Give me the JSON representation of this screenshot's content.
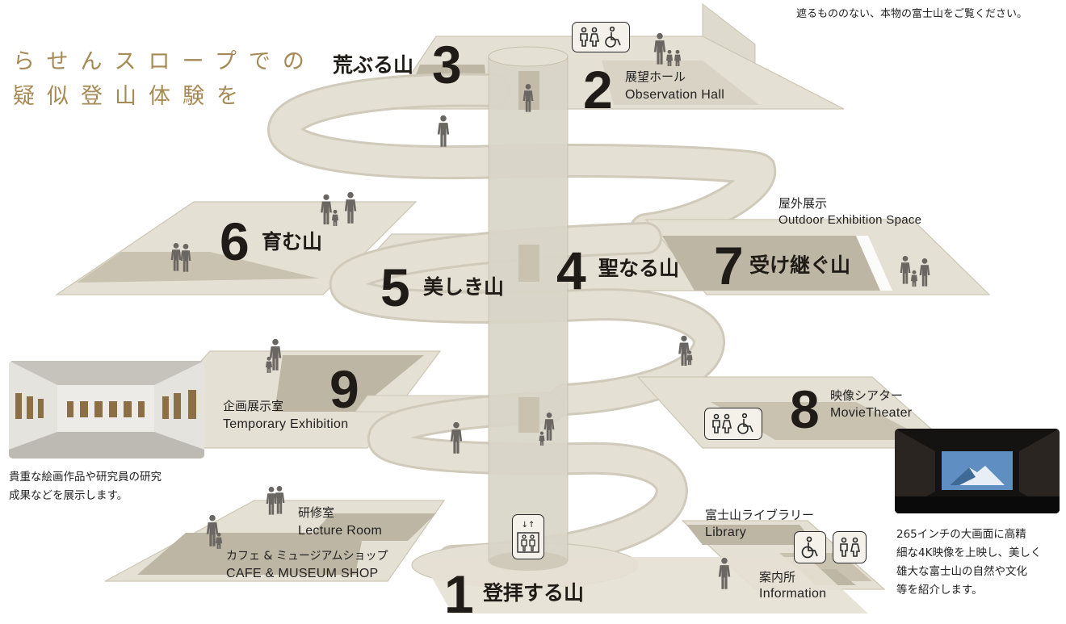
{
  "header": {
    "tagline_line1": "らせんスロープでの",
    "tagline_line2": "疑似登山体験を",
    "top_note": "遮るもののない、本物の富士山をご覧ください。"
  },
  "colors": {
    "platform": "#e4e0d3",
    "platform_dark": "#bdb6a4",
    "platform_edge": "#d2ccbb",
    "shaft": "#dcd8cb",
    "ramp": "#e2ddd0",
    "tagline": "#a68a55",
    "text": "#1f1b17"
  },
  "floors": [
    {
      "id": "f1",
      "number": "1",
      "name": "登拝する山"
    },
    {
      "id": "f3",
      "number": "3",
      "name": "荒ぶる山"
    },
    {
      "id": "f4",
      "number": "4",
      "name": "聖なる山"
    },
    {
      "id": "f5",
      "number": "5",
      "name": "美しき山"
    },
    {
      "id": "f6",
      "number": "6",
      "name": "育む山"
    },
    {
      "id": "f7",
      "number": "7",
      "name": "受け継ぐ山"
    }
  ],
  "rooms": {
    "observation": {
      "number": "2",
      "jp": "展望ホール",
      "en": "Observation Hall"
    },
    "outdoor": {
      "jp": "屋外展示",
      "en": "Outdoor Exhibition Space"
    },
    "movie": {
      "number": "8",
      "jp": "映像シアター",
      "en": "MovieTheater"
    },
    "temporary": {
      "number": "9",
      "jp": "企画展示室",
      "en": "Temporary Exhibition"
    },
    "lecture": {
      "jp": "研修室",
      "en": "Lecture Room"
    },
    "cafe": {
      "jp": "カフェ & ミュージアムショップ",
      "en": "CAFE & MUSEUM SHOP"
    },
    "library": {
      "jp": "富士山ライブラリー",
      "en": "Library"
    },
    "information": {
      "jp": "案内所",
      "en": "Information"
    }
  },
  "notes": {
    "gallery_line1": "貴重な絵画作品や研究員の研究",
    "gallery_line2": "成果などを展示します。",
    "theater_line1": "265インチの大画面に高精",
    "theater_line2": "細な4K映像を上映し、美しく",
    "theater_line3": "雄大な富士山の自然や文化",
    "theater_line4": "等を紹介します。"
  },
  "icons": [
    "restroom-icon",
    "wheelchair-icon",
    "elevator-icon",
    "person-figure-icon"
  ]
}
